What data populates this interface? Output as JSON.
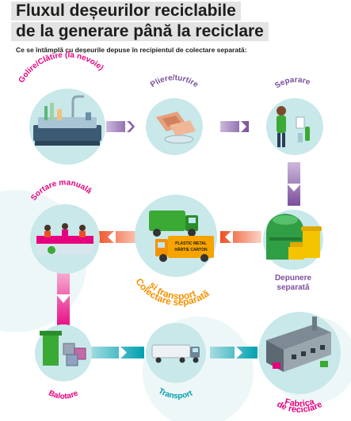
{
  "header": {
    "title_line1": "Fluxul deșeurilor reciclabile",
    "title_line2": "de la generare până la reciclare",
    "subtitle": "Ce se întâmplă cu deșeurile depuse în recipientul de colectare separată:"
  },
  "steps": {
    "rinse": "Golire/Clătire (la nevoie)",
    "fold": "Pliere/turtire",
    "separate": "Separare",
    "deposit_l1": "Depunere",
    "deposit_l2": "separată",
    "collect_l1": "Colectare separată",
    "collect_l2": "și transport",
    "sort": "Sortare manuală",
    "bale": "Balotare",
    "transport": "Transport",
    "factory_l1": "Fabrica",
    "factory_l2": "de reciclare"
  },
  "truck_sign": {
    "line1": "PLASTIC METAL",
    "line2": "HÂRTIE CARTON"
  },
  "colors": {
    "magenta": "#e6007e",
    "orange": "#f39200",
    "teal": "#00a1b1",
    "purple": "#7c4f9c",
    "green": "#3aaa35",
    "circle_bg": "#c8e8ea"
  }
}
